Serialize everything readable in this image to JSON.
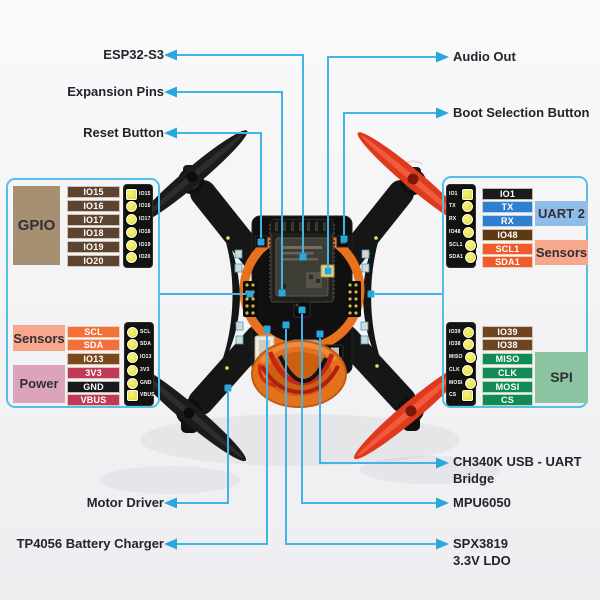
{
  "callouts": {
    "esp32": {
      "label": "ESP32-S3"
    },
    "expansion": {
      "label": "Expansion Pins"
    },
    "reset": {
      "label": "Reset Button"
    },
    "audio": {
      "label": "Audio Out"
    },
    "boot": {
      "label": "Boot Selection Button"
    },
    "motor_driver": {
      "label": "Motor Driver"
    },
    "tp4056": {
      "label": "TP4056 Battery Charger"
    },
    "ch340k": {
      "label": "CH340K USB - UART",
      "label2": "Bridge"
    },
    "mpu6050": {
      "label": "MPU6050"
    },
    "spx3819": {
      "label": "SPX3819",
      "label2": "3.3V LDO"
    }
  },
  "panels": {
    "gpio": {
      "title": "GPIO",
      "title_bg": "#a78f71",
      "rows": [
        {
          "label": "IO15",
          "bg": "#5d4430"
        },
        {
          "label": "IO16",
          "bg": "#5d4430"
        },
        {
          "label": "IO17",
          "bg": "#5d4430"
        },
        {
          "label": "IO18",
          "bg": "#5d4430"
        },
        {
          "label": "IO19",
          "bg": "#5d4430"
        },
        {
          "label": "IO20",
          "bg": "#5d4430"
        }
      ]
    },
    "left_bottom": {
      "groups": [
        {
          "title": "Sensors",
          "bg": "#f6a78e"
        },
        {
          "title": "Power",
          "bg": "#dca3bd"
        }
      ],
      "rows": [
        {
          "label": "SCL",
          "bg": "#f2713b"
        },
        {
          "label": "SDA",
          "bg": "#f2713b"
        },
        {
          "label": "IO13",
          "bg": "#7a4a1a"
        },
        {
          "label": "3V3",
          "bg": "#bf3a55"
        },
        {
          "label": "GND",
          "bg": "#17171c"
        },
        {
          "label": "VBUS",
          "bg": "#bf3a55"
        }
      ]
    },
    "right_top": {
      "groups": [
        {
          "title": "UART 2",
          "bg": "#8fbce8"
        },
        {
          "title": "Sensors",
          "bg": "#f6a78e"
        }
      ],
      "rows": [
        {
          "label": "IO1",
          "bg": "#1b1b1f"
        },
        {
          "label": "TX",
          "bg": "#2e7fd2"
        },
        {
          "label": "RX",
          "bg": "#2e7fd2"
        },
        {
          "label": "IO48",
          "bg": "#5e3a14"
        },
        {
          "label": "SCL1",
          "bg": "#ef5b2b"
        },
        {
          "label": "SDA1",
          "bg": "#ef5b2b"
        }
      ]
    },
    "right_bottom": {
      "groups": [
        {
          "title": "SPI",
          "bg": "#8cc4a2"
        }
      ],
      "rows": [
        {
          "label": "IO39",
          "bg": "#6e4520"
        },
        {
          "label": "IO38",
          "bg": "#6e4520"
        },
        {
          "label": "MISO",
          "bg": "#128a56"
        },
        {
          "label": "CLK",
          "bg": "#128a56"
        },
        {
          "label": "MOSI",
          "bg": "#128a56"
        },
        {
          "label": "CS",
          "bg": "#128a56"
        }
      ]
    }
  },
  "colors": {
    "callout_line": "#42b5e6",
    "callout_marker": "#2aa7dc",
    "label_text": "#23232b",
    "prop_black": "#1b1b1b",
    "prop_red": "#e03a1e",
    "battery_orange": "#e4711d",
    "pin_yellow": "#e9e23c"
  }
}
